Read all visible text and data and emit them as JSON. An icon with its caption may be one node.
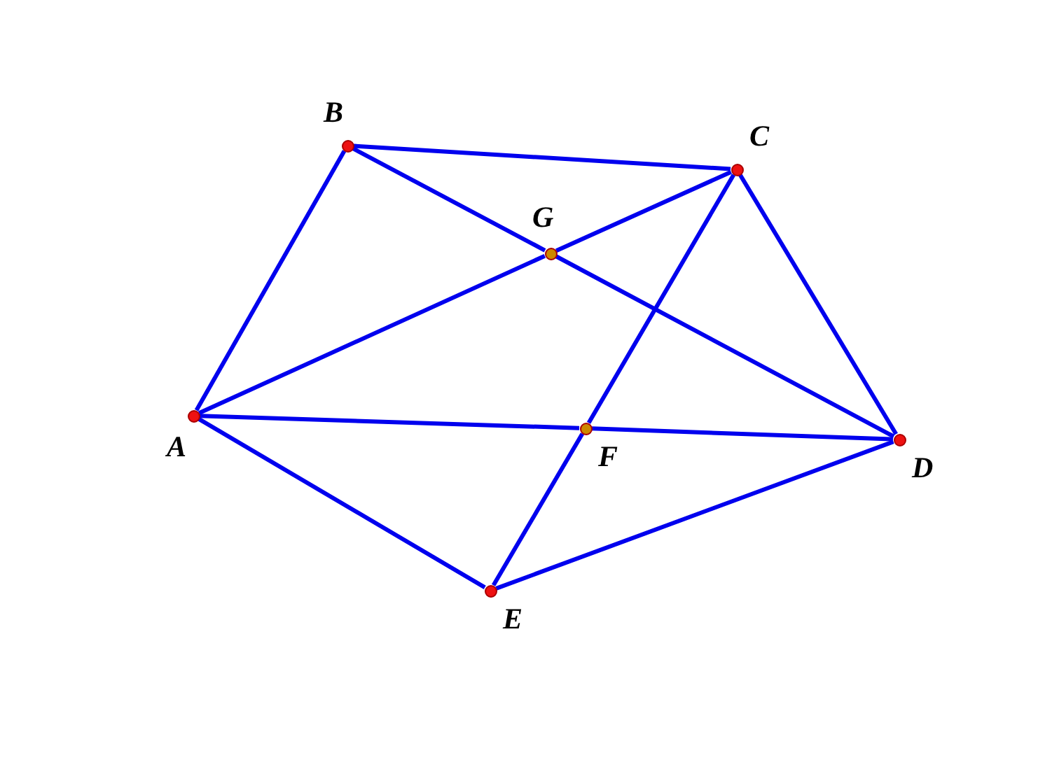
{
  "diagram": {
    "nodes": [
      {
        "text": [
          "A"
        ]
      },
      {
        "text": [
          "B"
        ]
      },
      {
        "text": [
          "C"
        ]
      },
      {
        "text": [
          "D"
        ]
      },
      {
        "text": [
          "E"
        ]
      },
      {
        "text": [
          "F"
        ]
      },
      {
        "text": [
          "G"
        ]
      }
    ],
    "edges": [
      {
        "from": 0,
        "to": 1,
        "arrow": "none"
      },
      {
        "from": 1,
        "to": 2,
        "arrow": "none"
      },
      {
        "from": 2,
        "to": 3,
        "arrow": "none"
      },
      {
        "from": 3,
        "to": 4,
        "arrow": "none"
      },
      {
        "from": 4,
        "to": 0,
        "arrow": "none"
      },
      {
        "from": 1,
        "to": 6,
        "arrow": "none"
      },
      {
        "from": 6,
        "to": 3,
        "arrow": "none"
      },
      {
        "from": 0,
        "to": 6,
        "arrow": "none"
      },
      {
        "from": 6,
        "to": 2,
        "arrow": "none"
      },
      {
        "from": 0,
        "to": 5,
        "arrow": "none"
      },
      {
        "from": 5,
        "to": 3,
        "arrow": "none"
      },
      {
        "from": 2,
        "to": 5,
        "arrow": "none"
      },
      {
        "from": 5,
        "to": 4,
        "arrow": "none"
      }
    ]
  }
}
